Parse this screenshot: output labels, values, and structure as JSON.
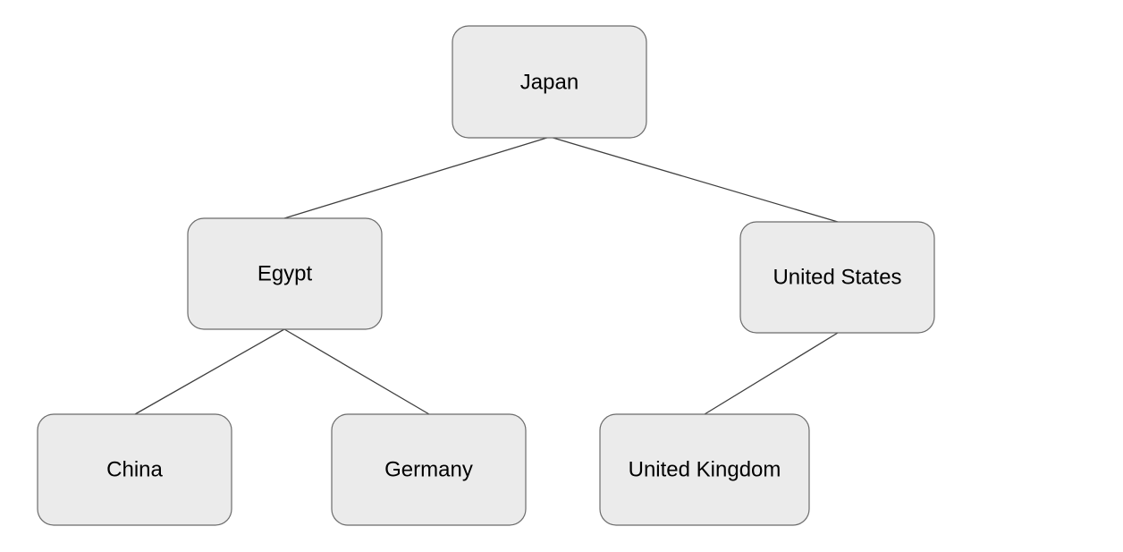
{
  "nodes": [
    {
      "id": "japan",
      "label": "Japan"
    },
    {
      "id": "egypt",
      "label": "Egypt"
    },
    {
      "id": "united-states",
      "label": "United States"
    },
    {
      "id": "china",
      "label": "China"
    },
    {
      "id": "germany",
      "label": "Germany"
    },
    {
      "id": "united-kingdom",
      "label": "United Kingdom"
    }
  ],
  "edges": [
    {
      "from": "japan",
      "to": "egypt"
    },
    {
      "from": "japan",
      "to": "united-states"
    },
    {
      "from": "egypt",
      "to": "china"
    },
    {
      "from": "egypt",
      "to": "germany"
    },
    {
      "from": "united-states",
      "to": "united-kingdom"
    }
  ],
  "colors": {
    "node_fill": "#ebebeb",
    "node_border": "#6b6b6b",
    "edge": "#3f3f3f",
    "text": "#000000"
  }
}
